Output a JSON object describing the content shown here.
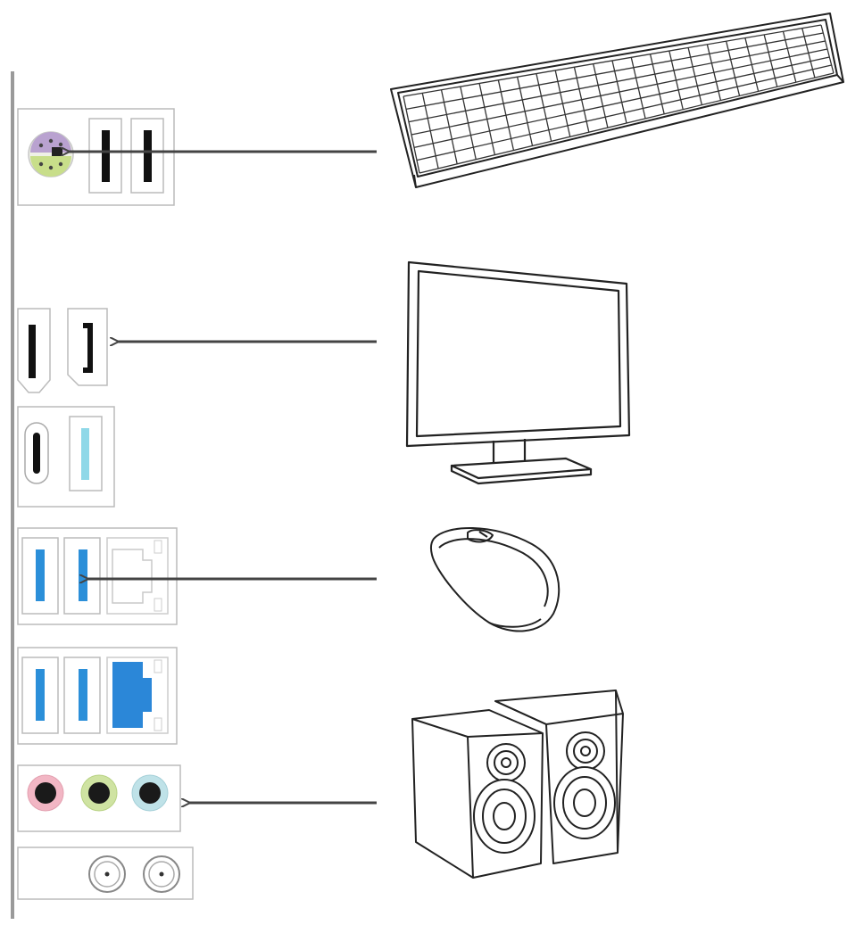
{
  "diagram": {
    "connections": [
      {
        "device": "keyboard",
        "port": "ps2-port"
      },
      {
        "device": "monitor",
        "port": "displayport"
      },
      {
        "device": "mouse",
        "port": "usb-3-port"
      },
      {
        "device": "speakers",
        "port": "audio-line-out-jack"
      }
    ],
    "panel_ports": [
      "ps2-port",
      "usb-2-port",
      "usb-2-port",
      "hdmi-port",
      "displayport",
      "usb-type-c-port",
      "usb-3-2-port",
      "usb-3-port",
      "usb-3-port",
      "lan-port",
      "usb-3-port",
      "usb-3-port",
      "lan-port",
      "audio-line-in-jack",
      "audio-line-out-jack",
      "audio-mic-jack",
      "wifi-antenna-connector",
      "wifi-antenna-connector"
    ],
    "colors": {
      "usb3_blue": "#2b8fd9",
      "usb32_teal": "#8fd8e8",
      "lan_blue": "#2b87d8",
      "ps2_purple": "#b9a2d0",
      "ps2_green": "#c8de8a",
      "audio_pink": "#f2b6c4",
      "audio_green": "#cfe3a2",
      "audio_blue": "#bfe2e8",
      "arrow": "#444444",
      "line": "#222222"
    }
  }
}
